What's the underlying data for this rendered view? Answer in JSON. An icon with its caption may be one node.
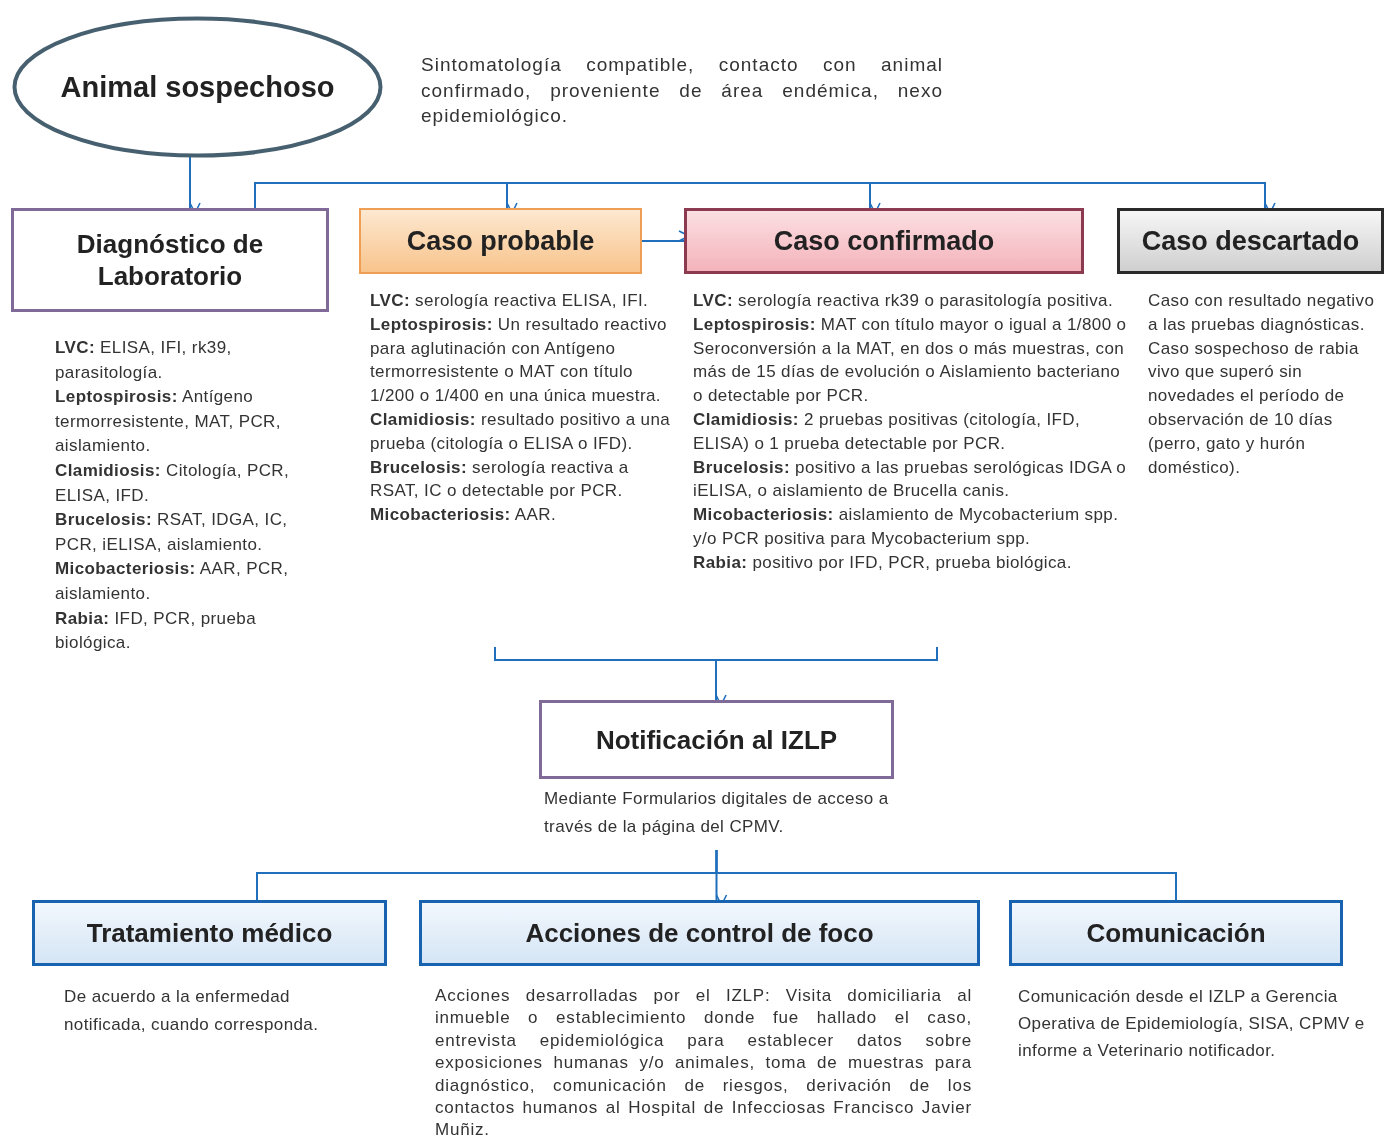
{
  "diagram": {
    "nodes": [
      {
        "text": [
          "Animal sospechoso"
        ],
        "beside": [
          "Sintomatología compatible, contacto con animal confirmado, proveniente de área endémica, nexo epidemiológico."
        ]
      },
      {
        "text": [
          "Diagnóstico de Laboratorio"
        ],
        "beside": [
          "**LVC:** ELISA, IFI, rk39, parasitología.",
          "**Leptospirosis:** Antígeno termorresistente, MAT, PCR, aislamiento.",
          "**Clamidiosis:** Citología, PCR, ELISA, IFD.",
          "**Brucelosis:** RSAT, IDGA, IC, PCR, iELISA, aislamiento.",
          "**Micobacteriosis:** AAR, PCR, aislamiento.",
          "**Rabia:** IFD, PCR, prueba biológica."
        ]
      },
      {
        "text": [
          "Caso probable"
        ],
        "beside": [
          "**LVC:** serología reactiva ELISA, IFI.",
          "**Leptospirosis:** Un resultado reactivo para aglutinación con Antígeno termorresistente o MAT con título 1/200 o 1/400 en una única muestra.",
          "**Clamidiosis:** resultado positivo a una prueba (citología o ELISA o IFD).",
          "**Brucelosis:** serología reactiva a RSAT, IC o detectable por PCR.",
          "**Micobacteriosis:** AAR."
        ]
      },
      {
        "text": [
          "Caso confirmado"
        ],
        "beside": [
          "**LVC:** serología reactiva rk39 o parasitología positiva.",
          "**Leptospirosis:** MAT con título mayor o igual a 1/800 o Seroconversión a la MAT, en dos o más muestras, con más de 15 días de evolución o Aislamiento bacteriano o detectable por PCR.",
          "**Clamidiosis:** 2 pruebas positivas (citología, IFD, ELISA) o 1 prueba detectable por PCR.",
          "**Brucelosis:** positivo a las pruebas serológicas IDGA o iELISA, o aislamiento de Brucella canis.",
          "**Micobacteriosis:** aislamiento de Mycobacterium spp. y/o PCR positiva para Mycobacterium spp.",
          "**Rabia:** positivo por IFD, PCR, prueba biológica."
        ]
      },
      {
        "text": [
          "Caso descartado"
        ],
        "beside": [
          "Caso con resultado negativo a las pruebas diagnósticas. Caso sospechoso de rabia vivo que superó sin novedades el período de observación de 10 días (perro, gato y hurón doméstico)."
        ]
      },
      {
        "text": [
          "Notificación al IZLP"
        ],
        "beside": [
          "Mediante Formularios digitales de acceso a través de la página del CPMV."
        ]
      },
      {
        "text": [
          "Tratamiento médico"
        ],
        "beside": [
          "De acuerdo a la enfermedad notificada, cuando corresponda."
        ]
      },
      {
        "text": [
          "Acciones de control de foco"
        ],
        "beside": [
          "Acciones desarrolladas por el IZLP: Visita domiciliaria al inmueble o establecimiento donde fue hallado el caso, entrevista epidemiológica para establecer datos sobre exposiciones humanas y/o animales, toma de muestras para diagnóstico, comunicación de riesgos, derivación de los contactos humanos al Hospital de Infecciosas Francisco Javier Muñiz."
        ]
      },
      {
        "text": [
          "Comunicación"
        ],
        "beside": [
          "Comunicación desde el IZLP a Gerencia Operativa de Epidemiología, SISA, CPMV e informe a Veterinario notificador."
        ]
      }
    ],
    "edges": [
      {
        "from": 0,
        "to": 1,
        "arrow": "to"
      },
      {
        "from": 1,
        "to": 2,
        "arrow": "to"
      },
      {
        "from": 1,
        "to": 3,
        "arrow": "to"
      },
      {
        "from": 1,
        "to": 4,
        "arrow": "to"
      },
      {
        "from": 2,
        "to": 3,
        "arrow": "to"
      },
      {
        "from": null,
        "to": 5,
        "arrow": "to"
      },
      {
        "from": 5,
        "to": 6,
        "arrow": "none"
      },
      {
        "from": 5,
        "to": 7,
        "arrow": "to"
      },
      {
        "from": 5,
        "to": 8,
        "arrow": "none"
      }
    ]
  }
}
